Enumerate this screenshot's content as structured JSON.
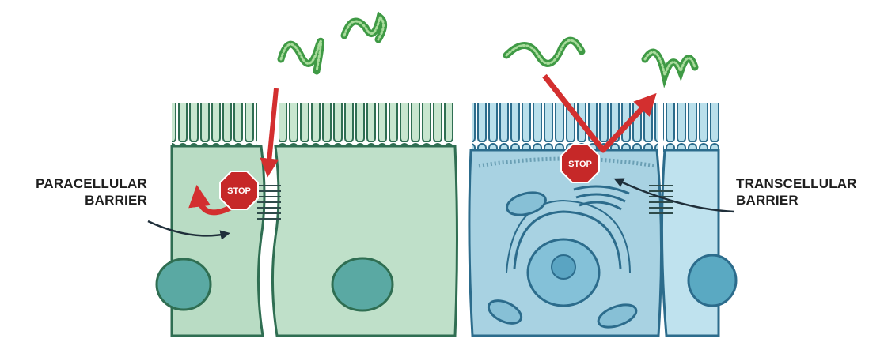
{
  "labels": {
    "paracellular": [
      "PARACELLULAR",
      "BARRIER"
    ],
    "transcellular": [
      "TRANSCELLULAR",
      "BARRIER"
    ]
  },
  "stop_signs": {
    "left": "STOP",
    "right": "STOP"
  },
  "colors": {
    "green_cell": "#b9dcc4",
    "green_cell_dark": "#2f6e52",
    "blue_cell": "#a8d2e2",
    "blue_cell_dark": "#2c6c8c",
    "arrow_red": "#d32f2f",
    "stop_red": "#c62828",
    "pathogen_green": "#3f9a45"
  }
}
